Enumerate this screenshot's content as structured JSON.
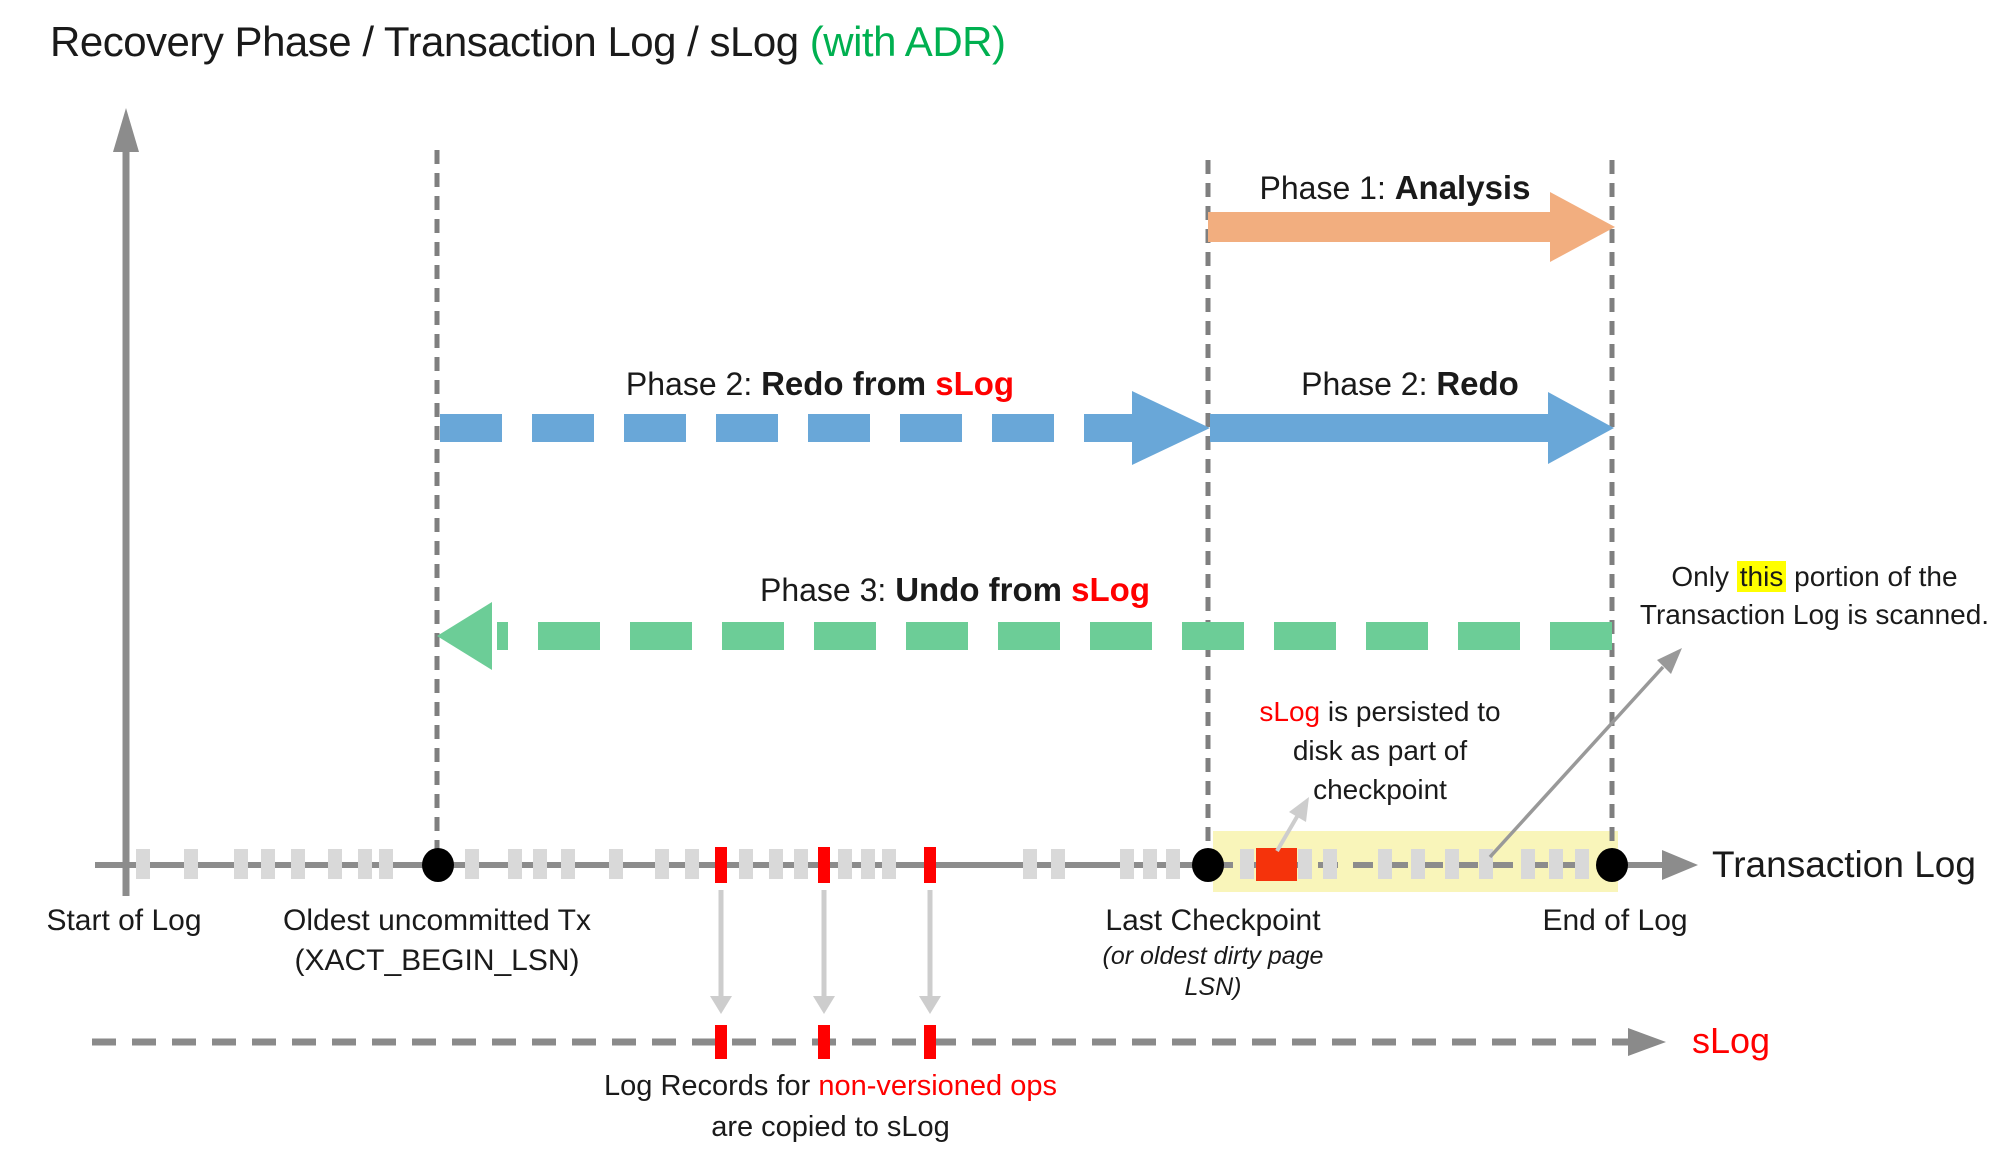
{
  "title": {
    "main": "Recovery Phase / Transaction Log / sLog ",
    "suffix": "(with ADR)"
  },
  "phases": {
    "phase1": {
      "prefix": "Phase 1: ",
      "bold": "Analysis"
    },
    "phase2_slog": {
      "prefix": "Phase 2: ",
      "bold": "Redo from ",
      "red": "sLog"
    },
    "phase2": {
      "prefix": "Phase 2: ",
      "bold": "Redo"
    },
    "phase3": {
      "prefix": "Phase 3: ",
      "bold": "Undo from ",
      "red": "sLog"
    }
  },
  "axis": {
    "start_of_log": "Start of Log",
    "oldest_tx_line1": "Oldest uncommitted Tx",
    "oldest_tx_line2": "(XACT_BEGIN_LSN)",
    "last_checkpoint": "Last Checkpoint",
    "last_checkpoint_sub1": "(or oldest dirty page",
    "last_checkpoint_sub2": "LSN)",
    "end_of_log": "End of Log",
    "transaction_log": "Transaction Log",
    "slog": "sLog"
  },
  "annotations": {
    "scan_note": {
      "before": "Only ",
      "highlight": "this",
      "after": " portion of the",
      "line2": "Transaction Log is scanned."
    },
    "persist_note": {
      "red": "sLog",
      "line1_rest": " is persisted to",
      "line2": "disk as part of",
      "line3": "checkpoint"
    },
    "copy_note": {
      "line1_black": "Log Records for ",
      "line1_red": "non-versioned ops",
      "line2": "are copied to sLog"
    }
  },
  "colors": {
    "orange": "#F2AE7F",
    "blue": "#69A7D8",
    "green": "#6CCD97",
    "title_green": "#00B050",
    "red": "#FF0000",
    "red_square": "#F5330B",
    "yellow_band": "rgba(247,242,166,0.78)",
    "highlight_yellow": "#FFFF00",
    "axis_gray": "#8C8C8C",
    "dash_gray": "#7F7F7F",
    "tick_gray": "#D9D9D9",
    "light_arrow": "#CDCDCD",
    "pointer_gray": "#999999",
    "slog_line_gray": "#8A8A8A",
    "text_black": "#1A1A1A"
  },
  "diagram": {
    "gray_tick_x": [
      143,
      191,
      241,
      268,
      298,
      335,
      365,
      386,
      472,
      515,
      540,
      568,
      616,
      662,
      692,
      746,
      776,
      801,
      845,
      868,
      889,
      1030,
      1058,
      1127,
      1150,
      1173,
      1247,
      1305,
      1330,
      1385,
      1418,
      1452,
      1486,
      1528,
      1556,
      1582
    ],
    "nonversioned_op_x": [
      721,
      824,
      930
    ],
    "marker_dot_x": [
      438,
      1208,
      1612
    ]
  }
}
